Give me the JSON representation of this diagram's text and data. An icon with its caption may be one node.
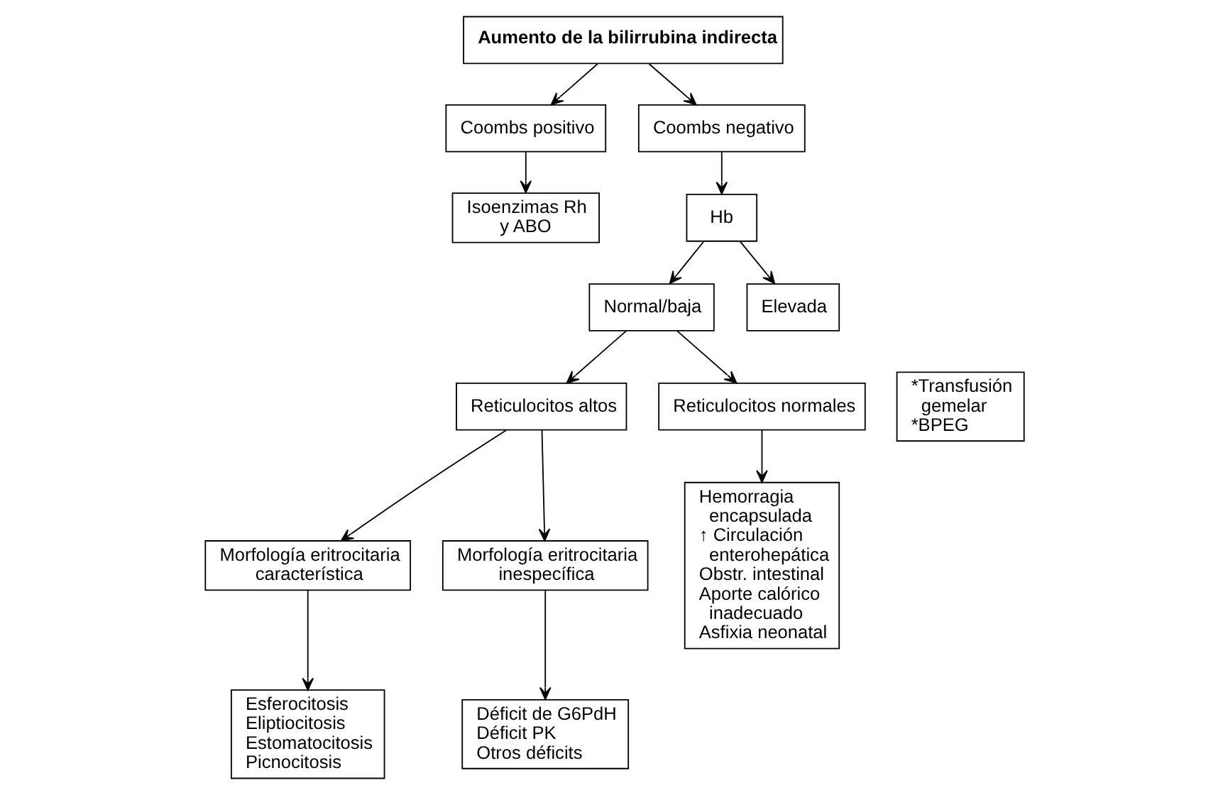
{
  "diagram": {
    "nodes": [
      {
        "text": [
          "Aumento de la bilirrubina indirecta"
        ]
      },
      {
        "text": [
          "Coombs positivo"
        ]
      },
      {
        "text": [
          "Coombs negativo"
        ]
      },
      {
        "text": [
          "Isoenzimas Rh y ABO"
        ]
      },
      {
        "text": [
          "Hb"
        ]
      },
      {
        "text": [
          "Normal/baja"
        ]
      },
      {
        "text": [
          "Elevada"
        ]
      },
      {
        "text": [
          "Reticulocitos altos"
        ]
      },
      {
        "text": [
          "Reticulocitos normales"
        ]
      },
      {
        "text": [
          "*Transfusión gemelar",
          "*BPEG"
        ]
      },
      {
        "text": [
          "Morfología eritrocitaria característica"
        ]
      },
      {
        "text": [
          "Morfología eritrocitaria inespecífica"
        ]
      },
      {
        "text": [
          "Hemorragia encapsulada",
          "↑ Circulación enterohepática",
          "Obstr. intestinal",
          "Aporte calórico inadecuado",
          "Asfixia neonatal"
        ]
      },
      {
        "text": [
          "Esferocitosis",
          "Eliptiocitosis",
          "Estomatocitosis",
          "Picnocitosis"
        ]
      },
      {
        "text": [
          "Déficit de G6PdH",
          "Déficit PK",
          "Otros déficits"
        ]
      }
    ],
    "edges": [
      {
        "from": 0,
        "to": 1,
        "arrow": "to"
      },
      {
        "from": 0,
        "to": 2,
        "arrow": "to"
      },
      {
        "from": 1,
        "to": 3,
        "arrow": "to"
      },
      {
        "from": 2,
        "to": 4,
        "arrow": "to"
      },
      {
        "from": 4,
        "to": 5,
        "arrow": "to"
      },
      {
        "from": 4,
        "to": 6,
        "arrow": "to"
      },
      {
        "from": 5,
        "to": 7,
        "arrow": "to"
      },
      {
        "from": 5,
        "to": 8,
        "arrow": "to"
      },
      {
        "from": 7,
        "to": 10,
        "arrow": "to"
      },
      {
        "from": 7,
        "to": 11,
        "arrow": "to"
      },
      {
        "from": 8,
        "to": 12,
        "arrow": "to"
      },
      {
        "from": 10,
        "to": 13,
        "arrow": "to"
      },
      {
        "from": 11,
        "to": 14,
        "arrow": "to"
      }
    ]
  }
}
